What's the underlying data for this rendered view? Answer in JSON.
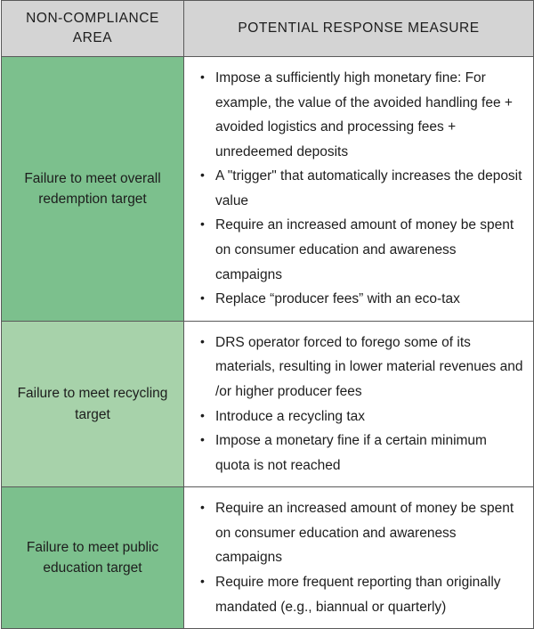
{
  "table": {
    "headers": {
      "area": "NON-COMPLIANCE AREA",
      "measure": "POTENTIAL RESPONSE MEASURE"
    },
    "colors": {
      "header_background": "#d4d4d4",
      "row_green_mid": "#7cc08d",
      "row_green_light": "#a7d2aa",
      "border": "#5a5a5a",
      "text": "#1d1d1d",
      "cell_background": "#ffffff"
    },
    "rows": [
      {
        "area": "Failure to meet overall redemption target",
        "tone": "mid",
        "measures": [
          "Impose a sufficiently high monetary fine: For example, the value of the avoided handling fee + avoided logistics and processing fees + unredeemed deposits",
          "A \"trigger\" that automatically increases the deposit value",
          "Require an increased amount of money be spent on consumer education and awareness campaigns",
          "Replace “producer fees” with an eco-tax"
        ]
      },
      {
        "area": "Failure to meet recycling target",
        "tone": "light",
        "measures": [
          "DRS operator forced to forego some of its materials, resulting in lower material revenues and /or higher producer fees",
          "Introduce a recycling tax",
          "Impose a monetary fine if a certain minimum quota is not reached"
        ]
      },
      {
        "area": "Failure to meet public education target",
        "tone": "mid",
        "measures": [
          "Require an increased amount of money be spent on consumer education and awareness campaigns",
          "Require more frequent reporting than originally mandated (e.g., biannual or quarterly)"
        ]
      }
    ]
  }
}
